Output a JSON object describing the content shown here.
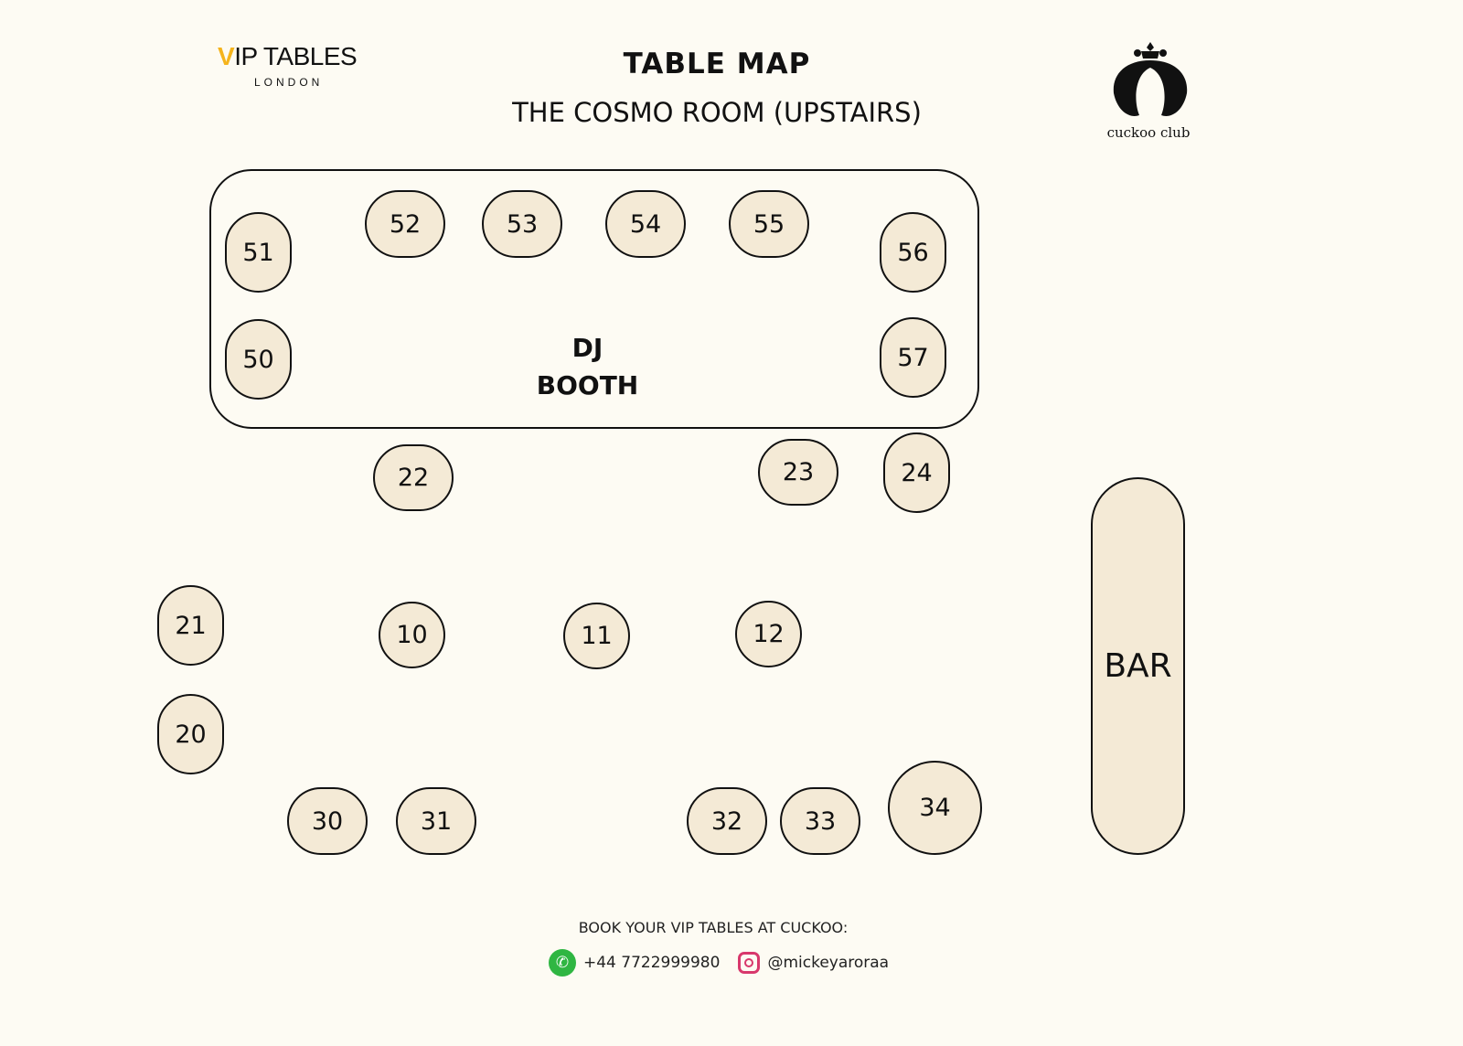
{
  "header": {
    "brand_left": {
      "v": "V",
      "rest": "IP TABLES",
      "sub": "LONDON"
    },
    "title": "TABLE MAP",
    "subtitle": "THE COSMO ROOM (UPSTAIRS)",
    "brand_right": "cuckoo club"
  },
  "map": {
    "dj_booth": [
      "DJ",
      "BOOTH"
    ],
    "bar_label": "BAR",
    "tables": [
      "51",
      "50",
      "52",
      "53",
      "54",
      "55",
      "56",
      "57",
      "22",
      "23",
      "24",
      "21",
      "20",
      "10",
      "11",
      "12",
      "30",
      "31",
      "32",
      "33",
      "34"
    ],
    "table_fill": "#f4ead6"
  },
  "footer": {
    "cta": "BOOK YOUR VIP TABLES AT CUCKOO:",
    "phone": "+44 7722999980",
    "instagram": "@mickeyaroraa"
  }
}
